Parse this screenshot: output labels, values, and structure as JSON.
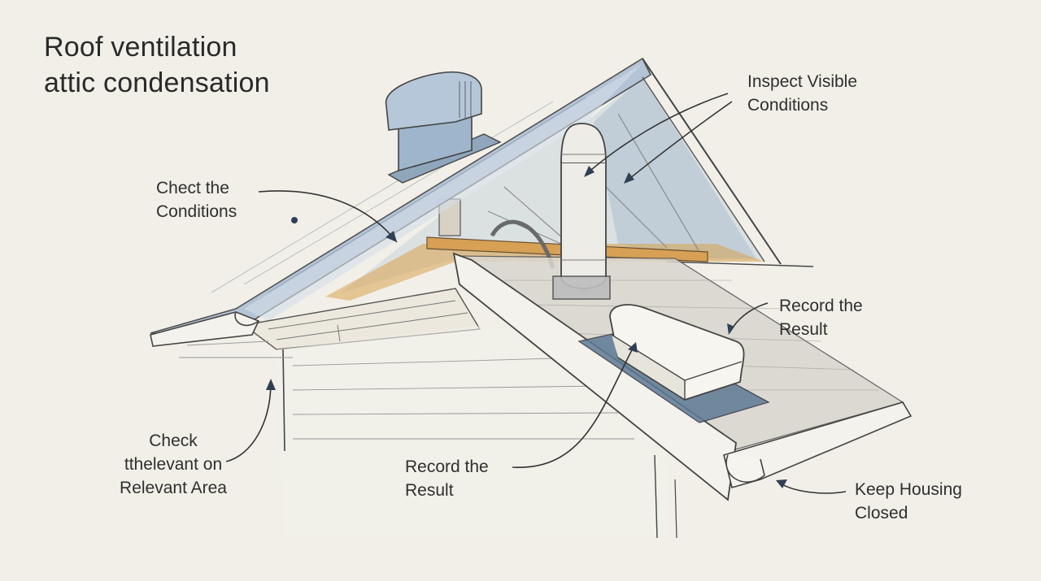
{
  "title": {
    "line1": "Roof ventilation",
    "line2": "attic condensation"
  },
  "labels": {
    "inspect": {
      "line1": "Inspect Visible",
      "line2": "Conditions"
    },
    "chect": {
      "line1": "Chect the",
      "line2": "Conditions"
    },
    "record_right": {
      "line1": "Record the",
      "line2": "Result"
    },
    "check_left": {
      "line1": "Check",
      "line2": "tthelevant on",
      "line3": "Relevant Area"
    },
    "record_center": {
      "line1": "Record the",
      "line2": "Result"
    },
    "keep": {
      "line1": "Keep Housing",
      "line2": "Closed"
    }
  },
  "colors": {
    "background": "#f1efe8",
    "ink": "#3a3a3a",
    "roof_blue": "#a9bfd6",
    "wood_orange": "#d9a24e",
    "membrane": "#5e7a94"
  }
}
